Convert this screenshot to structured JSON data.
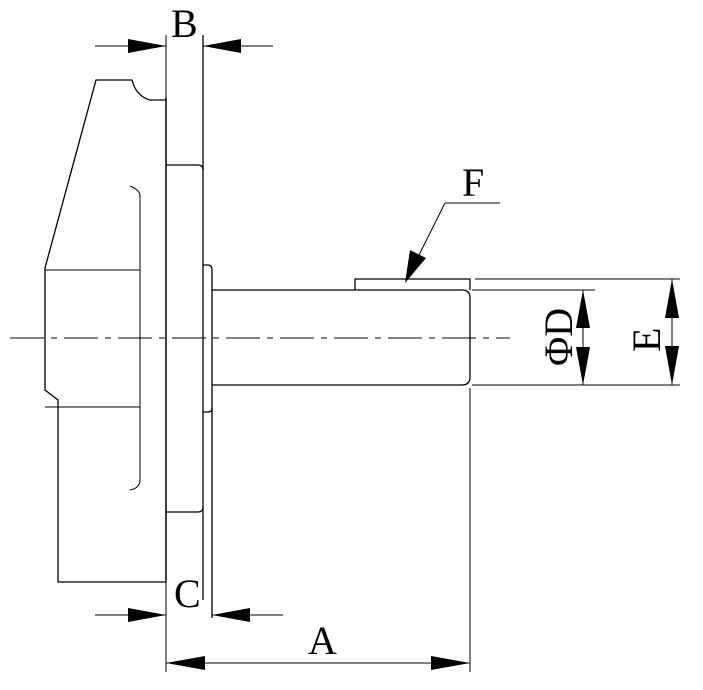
{
  "labels": {
    "A": "A",
    "B": "B",
    "C": "C",
    "D": "ΦD",
    "E": "E",
    "F": "F"
  },
  "colors": {
    "line": "#000000",
    "background": "#ffffff"
  }
}
